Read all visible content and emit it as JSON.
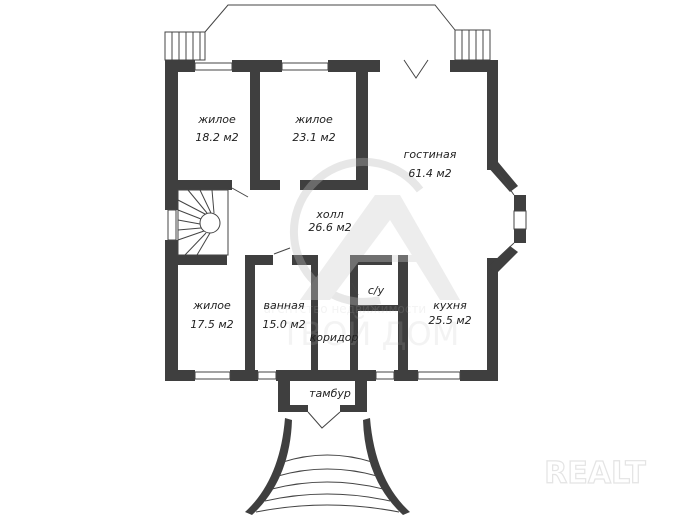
{
  "rooms": [
    {
      "name": "жилое",
      "area": "18.2 м2"
    },
    {
      "name": "жилое",
      "area": "23.1 м2"
    },
    {
      "name": "гостиная",
      "area": "61.4 м2"
    },
    {
      "name": "холл",
      "area": "26.6 м2"
    },
    {
      "name": "жилое",
      "area": "17.5 м2"
    },
    {
      "name": "ванная",
      "area": "15.0 м2"
    },
    {
      "name": "с/у",
      "area": ""
    },
    {
      "name": "кухня",
      "area": "25.5 м2"
    },
    {
      "name": "коридор",
      "area": ""
    },
    {
      "name": "тамбур",
      "area": ""
    }
  ],
  "watermarks": {
    "agency_tagline": "агентство недвижимости",
    "agency_name": "ТВОЙ ДОМ",
    "site_logo": "REALT"
  }
}
